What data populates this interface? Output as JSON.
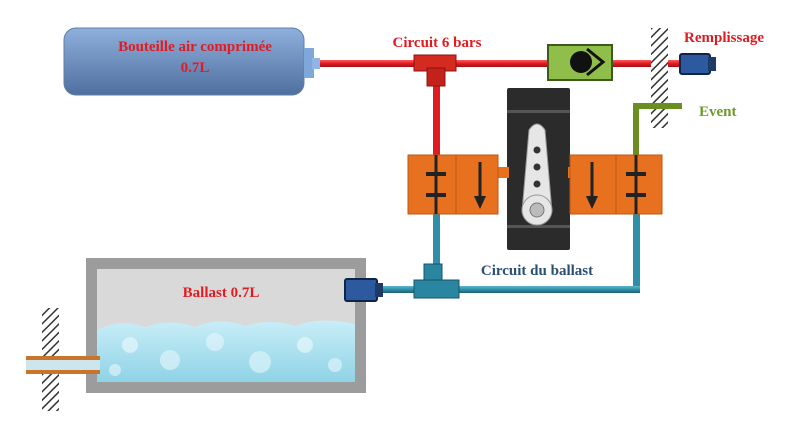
{
  "labels": {
    "bottle": [
      "Bouteille air comprimée",
      "0.7L"
    ],
    "circuit_pressure": "Circuit 6 bars",
    "refill": "Remplissage",
    "vent": "Event",
    "ballast": "Ballast 0.7L",
    "ballast_circuit": "Circuit du ballast"
  },
  "colors": {
    "high_pressure_pipe": "#e11b22",
    "ballast_pipe": "#2e8fa6",
    "vent_pipe": "#6b8e23",
    "valve_body": "#e8711f",
    "check_valve": "#8fbf4a",
    "bottle": "#6f93c7",
    "connector": "#2d5a9e",
    "servo": "#2b2b2b",
    "ballast_tank": "#9c9c9c",
    "water": "#a8dfee",
    "label_red": "#e11b22",
    "label_green": "#6b9a2b",
    "label_blue": "#2a4f74"
  },
  "icons": [
    "hatched-wall",
    "check-valve",
    "solenoid-valve",
    "servo-motor",
    "connector",
    "tee-fitting"
  ]
}
